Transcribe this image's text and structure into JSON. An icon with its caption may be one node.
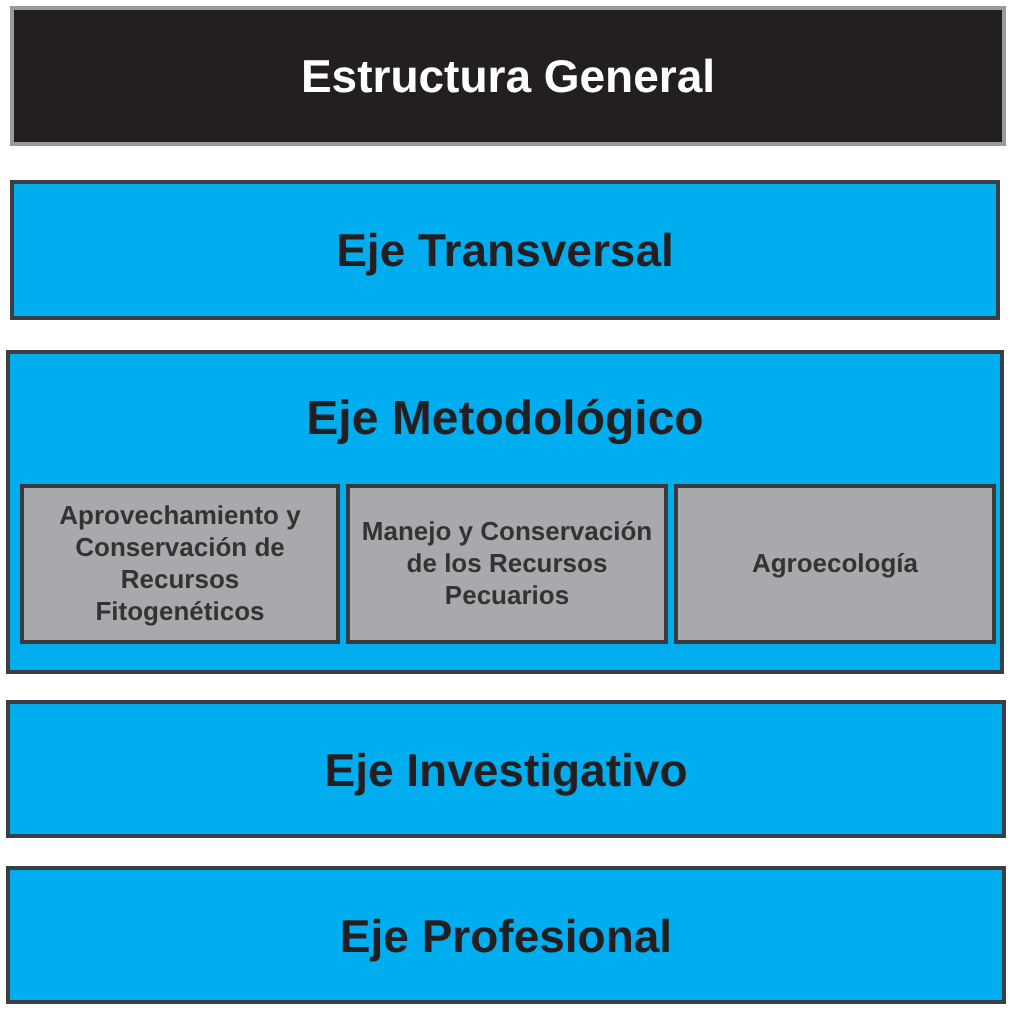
{
  "diagram": {
    "nodes": [
      {
        "text": [
          "Estructura General"
        ]
      },
      {
        "text": [
          "Eje Transversal"
        ]
      },
      {
        "text": [
          "Eje Metodológico"
        ]
      },
      {
        "text": [
          "Aprovechamiento y Conservación de Recursos Fitogenéticos"
        ],
        "in": 2
      },
      {
        "text": [
          "Manejo y Conservación de los Recursos Pecuarios"
        ],
        "in": 2
      },
      {
        "text": [
          "Agroecología"
        ],
        "in": 2
      },
      {
        "text": [
          "Eje Investigativo"
        ]
      },
      {
        "text": [
          "Eje Profesional"
        ]
      }
    ]
  }
}
